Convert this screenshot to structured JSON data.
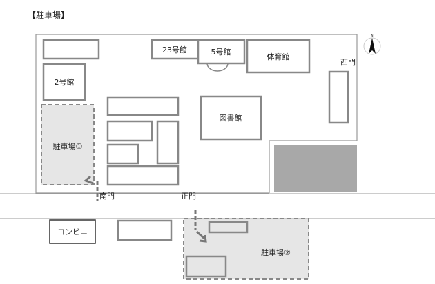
{
  "title": "【駐車場】",
  "buildings": {
    "bldg2": "2号館",
    "bldg23": "23号館",
    "bldg5": "5号館",
    "gym": "体育館",
    "library": "図書館",
    "convenience": "コンビニ"
  },
  "gates": {
    "west": "西門",
    "south": "南門",
    "main": "正門"
  },
  "parking": {
    "lot1": "駐車場①",
    "lot2": "駐車場②"
  },
  "compass": {
    "north": "N"
  },
  "colors": {
    "parking_fill": "#e6e6e6",
    "outline": "#888888",
    "dark_block": "#a8a8a8"
  }
}
